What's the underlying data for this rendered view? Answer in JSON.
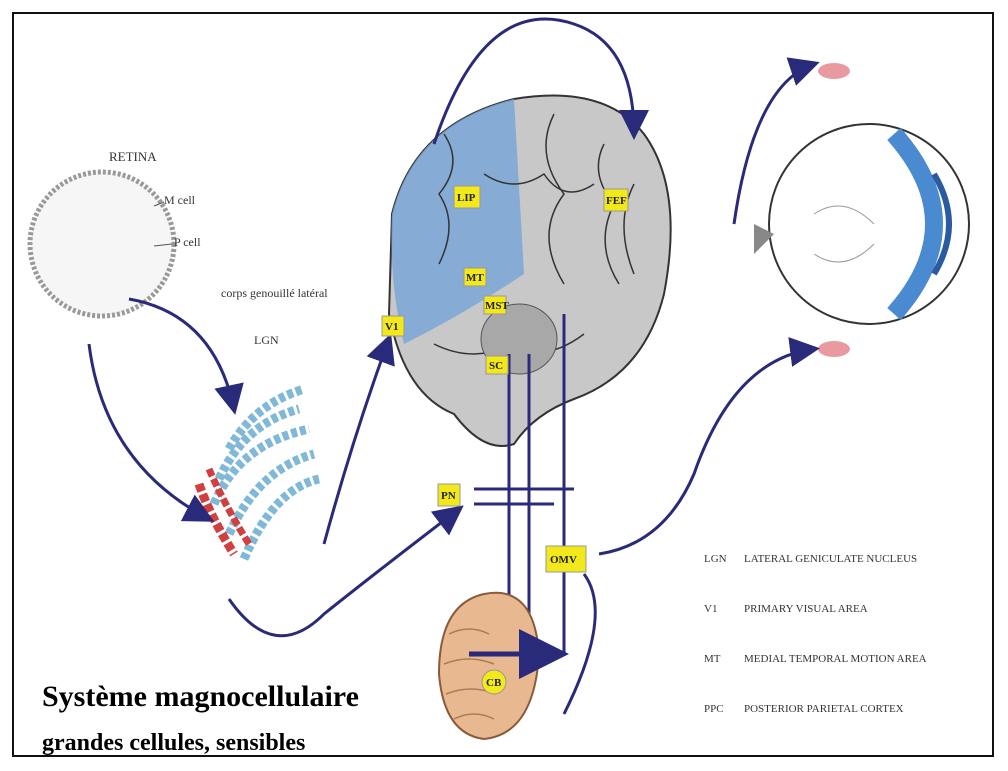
{
  "labels": {
    "retina": "RETINA",
    "m_cell": "M cell",
    "p_cell": "P cell",
    "lgn": "LGN",
    "corps": "corps genouillé latéral"
  },
  "areas": {
    "v1": "V1",
    "mt": "MT",
    "mst": "MST",
    "lip": "LIP",
    "fef": "FEF",
    "pn": "PN",
    "sc": "SC",
    "omv": "OMV",
    "cb": "CB"
  },
  "legend": [
    {
      "abbr": "LGN",
      "desc": "LATERAL GENICULATE NUCLEUS"
    },
    {
      "abbr": "V1",
      "desc": "PRIMARY VISUAL AREA"
    },
    {
      "abbr": "MT",
      "desc": "MEDIAL TEMPORAL MOTION AREA"
    },
    {
      "abbr": "PPC",
      "desc": "POSTERIOR PARIETAL CORTEX"
    }
  ],
  "title": "Système magnocellulaire",
  "subtitle": "grandes cellules, sensibles",
  "colors": {
    "arrow": "#2a2a7a",
    "label_bg": "#f2e81a",
    "brain": "#c8c8c8",
    "visual_cortex": "#7aa6d6",
    "cerebellum": "#e8b890",
    "eye_iris": "#4a8ad0"
  }
}
